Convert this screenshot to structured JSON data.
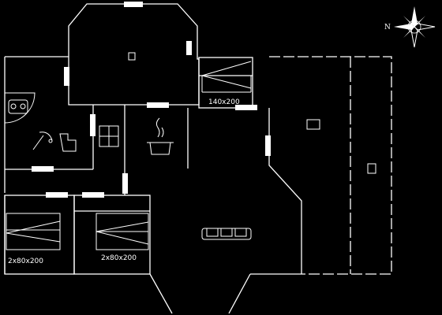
{
  "compass": {
    "north_letter": "N"
  },
  "beds": [
    {
      "id": "bed-1",
      "label": "140x200"
    },
    {
      "id": "bed-2",
      "label": "2x80x200"
    },
    {
      "id": "bed-3",
      "label": "2x80x200"
    }
  ],
  "icons": [
    "washing-machine-icon",
    "toilet-icon",
    "shower-icon",
    "stove-icon",
    "cooking-pot-icon",
    "sofa-icon",
    "table-icon",
    "bed-icon",
    "compass-rose-icon",
    "door-icon"
  ]
}
